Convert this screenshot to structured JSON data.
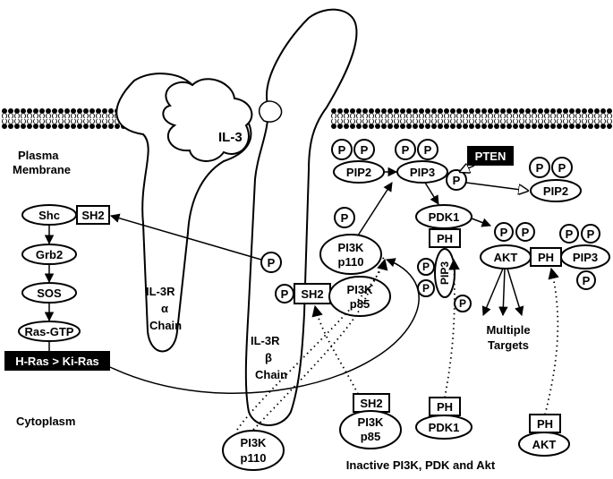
{
  "colors": {
    "ink": "#000000",
    "paper": "#ffffff"
  },
  "labels": {
    "ligand": "IL-3",
    "membrane_line1": "Plasma",
    "membrane_line2": "Membrane",
    "cytoplasm": "Cytoplasm",
    "alpha_line1": "IL-3R",
    "alpha_line2": "α",
    "alpha_line3": "Chain",
    "beta_line1": "IL-3R",
    "beta_line2": "β",
    "beta_line3": "Chain",
    "shc": "Shc",
    "sh2": "SH2",
    "grb2": "Grb2",
    "sos": "SOS",
    "ras_gtp": "Ras-GTP",
    "h_ras": "H-Ras > Ki-Ras",
    "p": "P",
    "pip2": "PIP2",
    "pip3": "PIP3",
    "pten": "PTEN",
    "pdk1": "PDK1",
    "ph": "PH",
    "akt": "AKT",
    "pi3k": "PI3K",
    "p110": "p110",
    "p85": "p85",
    "multiple_line1": "Multiple",
    "multiple_line2": "Targets",
    "inactive": "Inactive PI3K, PDK and Akt"
  }
}
